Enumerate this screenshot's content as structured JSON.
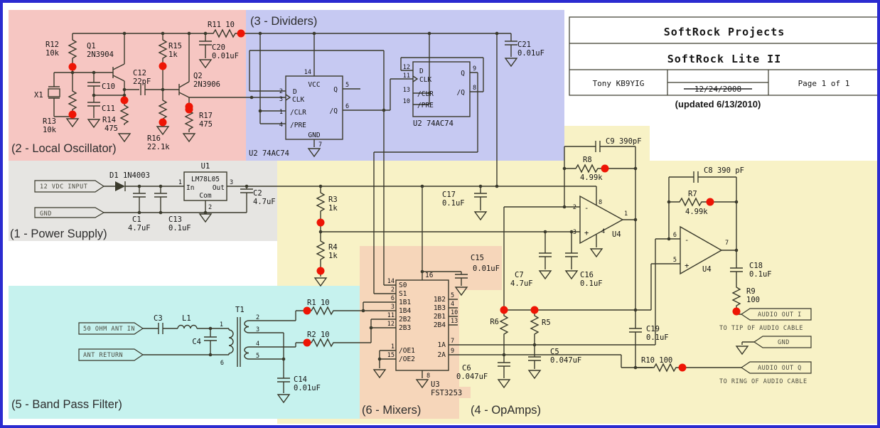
{
  "title_block": {
    "company": "SoftRock Projects",
    "project": "SoftRock Lite II",
    "author": "Tony KB9YIG",
    "date_struck": "12/24/2008",
    "page": "Page 1 of 1",
    "updated": "(updated 6/13/2010)"
  },
  "regions": {
    "power_supply": "(1 - Power Supply)",
    "local_oscillator": "(2 - Local Oscillator)",
    "dividers": "(3 - Dividers)",
    "opamps": "(4 - OpAmps)",
    "band_pass_filter": "(5 - Band Pass Filter)",
    "mixers": "(6 - Mixers)"
  },
  "colors": {
    "region_oscillator": "#f6c6c2",
    "region_dividers": "#c6c9f2",
    "region_power": "#e6e5e2",
    "region_opamps": "#f8f2c6",
    "region_bpf": "#c6f2ee",
    "region_mixers": "#f6d6ba",
    "border_blue": "#2b2bd0",
    "wire": "#3a3a2c",
    "change_dot_red": "#ee1505"
  },
  "osc": {
    "r12": "R12",
    "r12v": "10k",
    "q1": "Q1",
    "q1v": "2N3904",
    "c12": "C12",
    "c12v": "22pF",
    "r15": "R15",
    "r15v": "1k",
    "r11": "R11 10",
    "c20": "C20",
    "c20v": "0.01uF",
    "x1": "X1",
    "c10": "C10",
    "c11": "C11",
    "r13": "R13",
    "r13v": "10k",
    "r14": "R14",
    "r14v": "475",
    "r16": "R16",
    "r16v": "22.1k",
    "q2": "Q2",
    "q2v": "2N3906",
    "r17": "R17",
    "r17v": "475"
  },
  "divs": {
    "ref": "U2 74AC74",
    "ref2": "U2 74AC74",
    "c21": "C21",
    "c21v": "0.01uF",
    "vcc": "VCC",
    "gnd": "GND",
    "d": "D",
    "clk": "CLK",
    "clr": "/CLR",
    "pre": "/PRE",
    "q": "Q",
    "qn": "/Q",
    "n1": "1",
    "n2": "2",
    "n3": "3",
    "n4": "4",
    "n5": "5",
    "n6": "6",
    "n7": "7",
    "n14": "14",
    "d2": "D",
    "clk2": "CLK",
    "clr2": "/CLR",
    "pre2": "/PRE",
    "q2": "Q",
    "qn2": "/Q",
    "n8": "8",
    "n9": "9",
    "n10": "10",
    "n11": "11",
    "n12": "12",
    "n13": "13"
  },
  "ps": {
    "tag_in": "12 VDC INPUT",
    "tag_gnd": "GND",
    "d1": "D1 1N4003",
    "c1": "C1",
    "c1v": "4.7uF",
    "c13": "C13",
    "c13v": "0.1uF",
    "u1": "U1",
    "chip": "LM78L05",
    "pin_in": "In",
    "pin_out": "Out",
    "pin_com": "Com",
    "n1": "1",
    "n2": "2",
    "n3": "3",
    "c2": "C2",
    "c2v": "4.7uF",
    "r3": "R3",
    "r3v": "1k",
    "r4": "R4",
    "r4v": "1k",
    "c17": "C17",
    "c17v": "0.1uF"
  },
  "bpf": {
    "tag_in": "50 OHM ANT IN",
    "tag_ret": "ANT RETURN",
    "c3": "C3",
    "l1": "L1",
    "c4": "C4",
    "t1": "T1",
    "n1": "1",
    "n2": "2",
    "n3": "3",
    "n4": "4",
    "n5": "5",
    "n6": "6",
    "c14": "C14",
    "c14v": "0.01uF"
  },
  "mix": {
    "r1": "R1 10",
    "r2": "R2 10",
    "u3": "U3",
    "part": "FST3253",
    "n16": "16",
    "n14": "14",
    "n2": "2",
    "n6": "6",
    "n3": "3",
    "n11": "11",
    "n12": "12",
    "n1": "1",
    "n15": "15",
    "n5": "5",
    "n4": "4",
    "n10": "10",
    "n13": "13",
    "n7": "7",
    "n9": "9",
    "n8": "8",
    "s0": "S0",
    "s1": "S1",
    "b11": "1B1",
    "b14": "1B4",
    "b22": "2B2",
    "b23": "2B3",
    "oe1": "/OE1",
    "oe2": "/OE2",
    "b12": "1B2",
    "b13": "1B3",
    "b21": "2B1",
    "b24": "2B4",
    "a1": "1A",
    "a2": "2A",
    "c15": "C15",
    "c15v": "0.01uF"
  },
  "op": {
    "c9": "C9 390pF",
    "r8": "R8",
    "r8v": "4.99k",
    "c8": "C8 390 pF",
    "r7": "R7",
    "r7v": "4.99k",
    "u4a": "U4",
    "u4b": "U4",
    "minus": "-",
    "plus": "+",
    "minus2": "-",
    "plus2": "+",
    "n1": "1",
    "n2": "2",
    "n3": "3",
    "n4": "4",
    "n8": "8",
    "n5": "5",
    "n6": "6",
    "n7": "7",
    "c7": "C7",
    "c7v": "4.7uF",
    "c16": "C16",
    "c16v": "0.1uF",
    "c18": "C18",
    "c18v": "0.1uF",
    "r9": "R9",
    "r9v": "100",
    "c19": "C19",
    "c19v": "0.1uF",
    "r10": "R10 100",
    "r6": "R6",
    "r5": "R5",
    "c5": "C5",
    "c5v": "0.047uF",
    "c6": "C6",
    "c6v": "0.047uF",
    "tag_i": "AUDIO OUT I",
    "tip": "TO TIP OF AUDIO CABLE",
    "tag_gnd": "GND",
    "tag_q": "AUDIO OUT Q",
    "ring": "TO RING OF AUDIO CABLE"
  }
}
